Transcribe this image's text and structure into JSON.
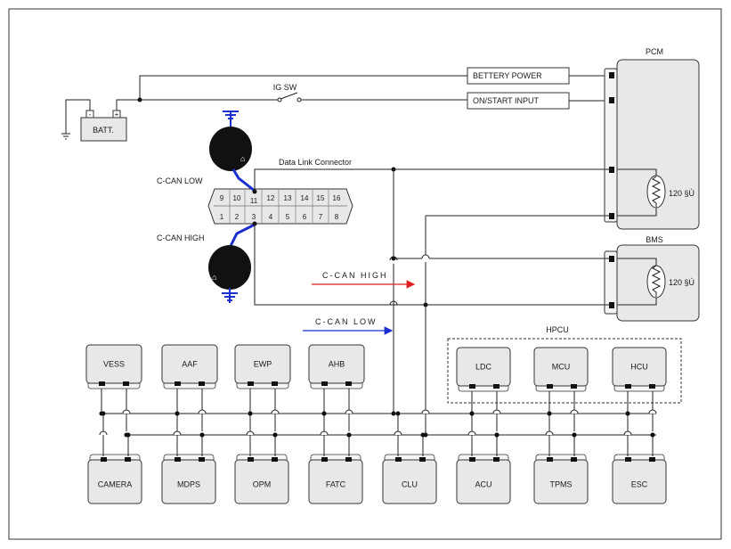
{
  "labels": {
    "pcm": "PCM",
    "bms": "BMS",
    "battery_power": "BETTERY POWER",
    "on_start_input": "ON/START INPUT",
    "ig_sw": "IG SW",
    "batt": "BATT.",
    "batt_minus": "-",
    "batt_plus": "+",
    "dlc": "Data Link Connector",
    "c_can_low_side": "C-CAN LOW",
    "c_can_high_side": "C-CAN HIGH",
    "c_can_high_arrow": "C-CAN HIGH",
    "c_can_low_arrow": "C-CAN LOW",
    "hpcu": "HPCU",
    "resistor_pcm": "120  §Ù",
    "resistor_bms": "120  §Ù"
  },
  "dlc_pins_top": [
    "9",
    "10",
    "11",
    "12",
    "13",
    "14",
    "15",
    "16"
  ],
  "dlc_pins_bottom": [
    "1",
    "2",
    "3",
    "4",
    "5",
    "6",
    "7",
    "8"
  ],
  "top_modules": [
    "VESS",
    "AAF",
    "EWP",
    "AHB"
  ],
  "hpcu_modules": [
    "LDC",
    "MCU",
    "HCU"
  ],
  "bottom_modules": [
    "CAMERA",
    "MDPS",
    "OPM",
    "FATC",
    "CLU",
    "ACU",
    "TPMS",
    "ESC"
  ],
  "colors": {
    "can_high_arrow": "#e02020",
    "can_low_arrow": "#1a2fd0",
    "probe_wire": "#1a2fd0",
    "module_fill": "#e8e8e8"
  }
}
